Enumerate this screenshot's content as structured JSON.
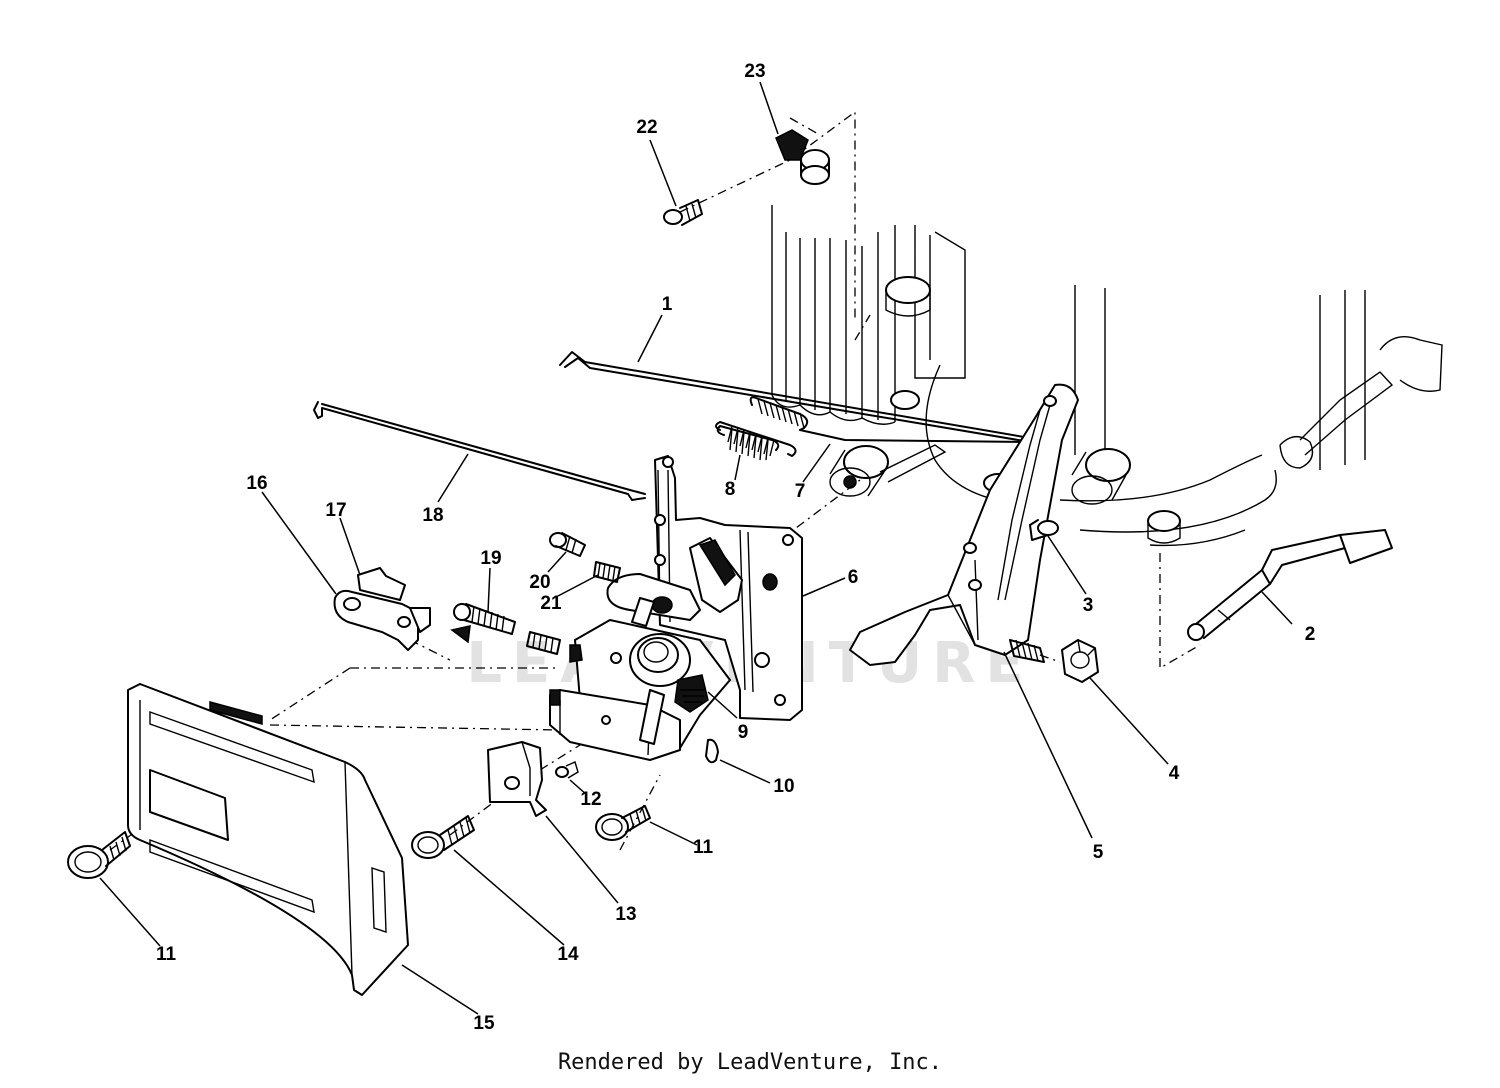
{
  "watermark": "LEADVENTURE",
  "footer": "Rendered by LeadVenture, Inc.",
  "callouts": [
    "1",
    "2",
    "3",
    "4",
    "5",
    "6",
    "7",
    "8",
    "9",
    "10",
    "11",
    "11",
    "12",
    "13",
    "14",
    "15",
    "16",
    "17",
    "18",
    "19",
    "20",
    "21",
    "22",
    "23"
  ]
}
